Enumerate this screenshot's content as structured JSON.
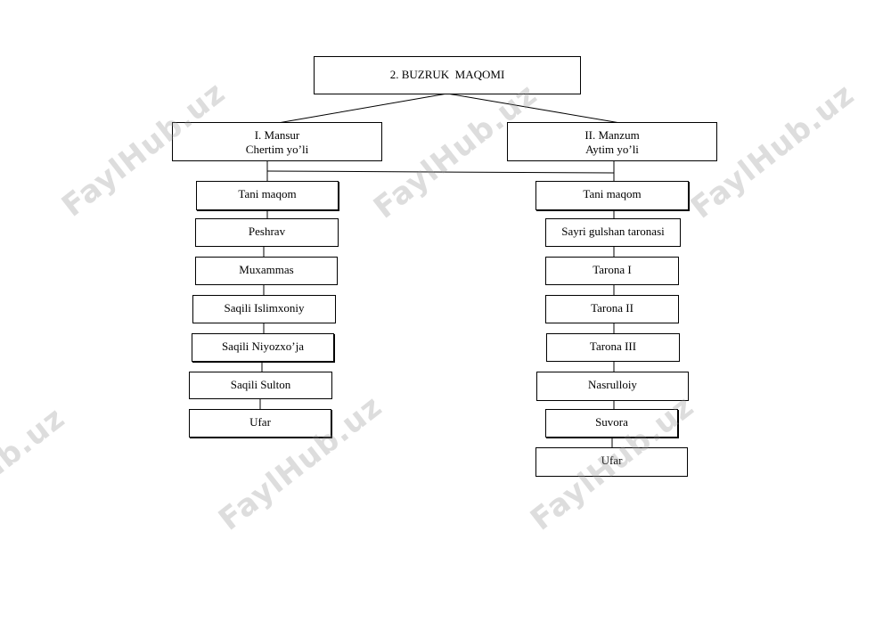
{
  "root": {
    "title": "2. BUZRUK  MAQOMI"
  },
  "branches": [
    {
      "line1": "I. Mansur",
      "line2": "Chertim yo’li",
      "items": [
        "Tani maqom",
        "Peshrav",
        "Muxammas",
        "Saqili Islimxoniy",
        "Saqili Niyozxo’ja",
        "Saqili Sulton",
        "Ufar"
      ]
    },
    {
      "line1": "II. Manzum",
      "line2": "Aytim yo’li",
      "items": [
        "Tani maqom",
        "Sayri gulshan taronasi",
        "Tarona I",
        "Tarona II",
        "Tarona III",
        "Nasrulloiy",
        "Suvora",
        "Ufar"
      ]
    }
  ],
  "watermark": "FaylHub.uz"
}
